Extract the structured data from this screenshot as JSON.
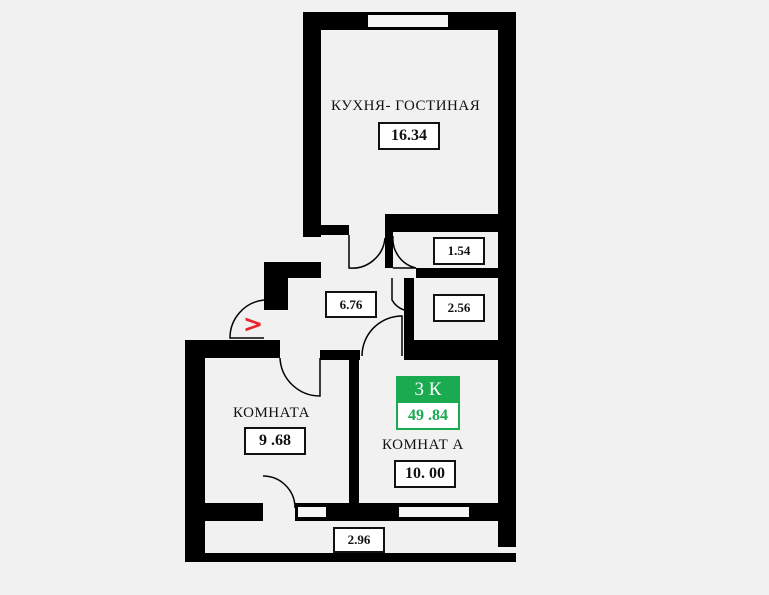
{
  "plan": {
    "rooms": {
      "kitchen_living": {
        "label": "КУХНЯ- ГОСТИНАЯ",
        "area": "16.34"
      },
      "hall": {
        "area": "6.76"
      },
      "bathroom": {
        "area": "1.54"
      },
      "wc": {
        "area": "2.56"
      },
      "room_left": {
        "label": "КОМНАТА",
        "area": "9 .68"
      },
      "room_right": {
        "label": "КОМНАТ А",
        "area": "10. 00"
      },
      "balcony": {
        "area": "2.96"
      }
    },
    "badge": {
      "type": "3 К",
      "total_area": "49 .84",
      "color": "#1aaa50"
    },
    "entry_icon": "entry-arrow-icon",
    "entry_color": "#e8232b"
  }
}
